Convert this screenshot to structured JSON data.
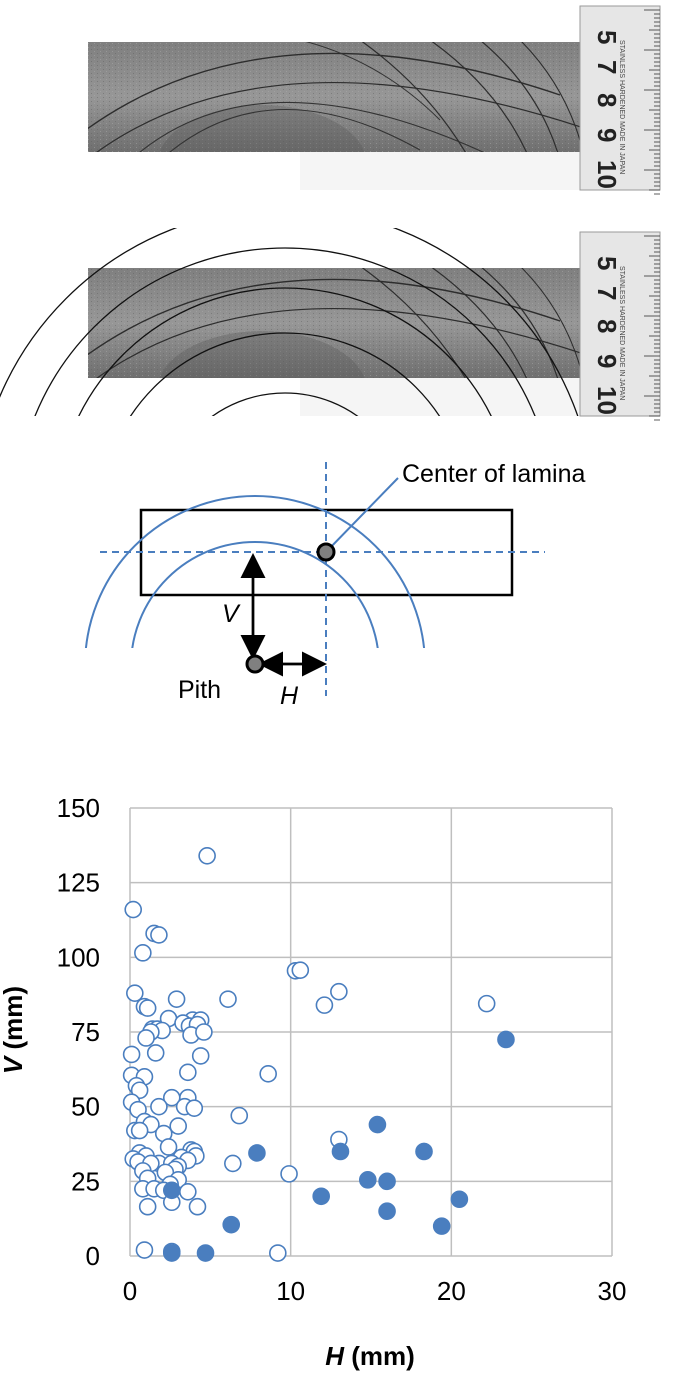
{
  "ruler": {
    "brand_text": "STAINLESS HARDENED MADE IN JAPAN",
    "digits": [
      "5",
      "7",
      "8",
      "9",
      "10"
    ]
  },
  "schematic": {
    "center_label": "Center of lamina",
    "pith_label": "Pith",
    "v_label": "V",
    "h_label": "H"
  },
  "colors": {
    "accent": "#4a7ebf",
    "grid": "#bfbfbf",
    "wood": "#8a8a8a"
  },
  "chart_data": {
    "type": "scatter",
    "title": "",
    "xlabel_var": "H",
    "xlabel_unit": " (mm)",
    "ylabel_var": "V",
    "ylabel_unit": " (mm)",
    "xlim": [
      0,
      30
    ],
    "ylim": [
      0,
      150
    ],
    "xticks": [
      0,
      10,
      20,
      30
    ],
    "yticks": [
      0,
      25,
      50,
      75,
      100,
      125,
      150
    ],
    "grid": true,
    "series": [
      {
        "marker": "open-circle",
        "points": [
          [
            4.8,
            134
          ],
          [
            0.2,
            116
          ],
          [
            1.5,
            108
          ],
          [
            1.8,
            107.5
          ],
          [
            0.8,
            101.5
          ],
          [
            10.3,
            95.5
          ],
          [
            10.6,
            95.7
          ],
          [
            0.3,
            88
          ],
          [
            13.0,
            88.5
          ],
          [
            2.9,
            86
          ],
          [
            6.1,
            86
          ],
          [
            12.1,
            84
          ],
          [
            0.9,
            83.5
          ],
          [
            1.1,
            83
          ],
          [
            22.2,
            84.5
          ],
          [
            2.4,
            79.5
          ],
          [
            3.9,
            79
          ],
          [
            4.4,
            79
          ],
          [
            3.3,
            78
          ],
          [
            3.7,
            77
          ],
          [
            4.2,
            77.5
          ],
          [
            1.4,
            76
          ],
          [
            1.7,
            76
          ],
          [
            2.0,
            75.5
          ],
          [
            1.3,
            75
          ],
          [
            3.8,
            74
          ],
          [
            4.6,
            75
          ],
          [
            1.0,
            73
          ],
          [
            1.6,
            68
          ],
          [
            0.1,
            67.5
          ],
          [
            4.4,
            67
          ],
          [
            3.6,
            61.5
          ],
          [
            8.6,
            61
          ],
          [
            0.1,
            60.5
          ],
          [
            0.9,
            60
          ],
          [
            0.4,
            57
          ],
          [
            0.6,
            55.5
          ],
          [
            2.6,
            53
          ],
          [
            3.6,
            53
          ],
          [
            0.1,
            51.5
          ],
          [
            3.4,
            50
          ],
          [
            1.8,
            50
          ],
          [
            4.0,
            49.5
          ],
          [
            0.5,
            49
          ],
          [
            6.8,
            47
          ],
          [
            0.9,
            45
          ],
          [
            1.3,
            44
          ],
          [
            3.0,
            43.5
          ],
          [
            0.3,
            42
          ],
          [
            0.6,
            42
          ],
          [
            2.1,
            41
          ],
          [
            13.0,
            39
          ],
          [
            2.4,
            36.5
          ],
          [
            3.8,
            35.5
          ],
          [
            4.0,
            35
          ],
          [
            0.6,
            34.5
          ],
          [
            4.1,
            33.5
          ],
          [
            1.0,
            33.5
          ],
          [
            3.2,
            33
          ],
          [
            0.2,
            32.5
          ],
          [
            3.6,
            32
          ],
          [
            0.5,
            31.5
          ],
          [
            1.8,
            31
          ],
          [
            2.6,
            31
          ],
          [
            1.3,
            31
          ],
          [
            6.4,
            31
          ],
          [
            3.0,
            30
          ],
          [
            2.8,
            29
          ],
          [
            0.8,
            28.5
          ],
          [
            2.2,
            28
          ],
          [
            9.9,
            27.5
          ],
          [
            1.1,
            26
          ],
          [
            3.0,
            25.5
          ],
          [
            2.5,
            24
          ],
          [
            0.8,
            22.5
          ],
          [
            1.5,
            22.5
          ],
          [
            2.1,
            22
          ],
          [
            3.6,
            21.5
          ],
          [
            2.6,
            18
          ],
          [
            4.2,
            16.5
          ],
          [
            1.1,
            16.5
          ],
          [
            0.9,
            2
          ],
          [
            2.6,
            1.5
          ],
          [
            9.2,
            1
          ]
        ]
      },
      {
        "marker": "filled-circle",
        "points": [
          [
            23.4,
            72.5
          ],
          [
            15.4,
            44
          ],
          [
            7.9,
            34.5
          ],
          [
            13.1,
            35
          ],
          [
            18.3,
            35
          ],
          [
            14.8,
            25.5
          ],
          [
            16.0,
            25
          ],
          [
            2.6,
            22
          ],
          [
            11.9,
            20
          ],
          [
            20.5,
            19
          ],
          [
            16.0,
            15
          ],
          [
            6.3,
            10.5
          ],
          [
            19.4,
            10
          ],
          [
            2.6,
            1
          ],
          [
            4.7,
            1
          ]
        ]
      }
    ]
  }
}
